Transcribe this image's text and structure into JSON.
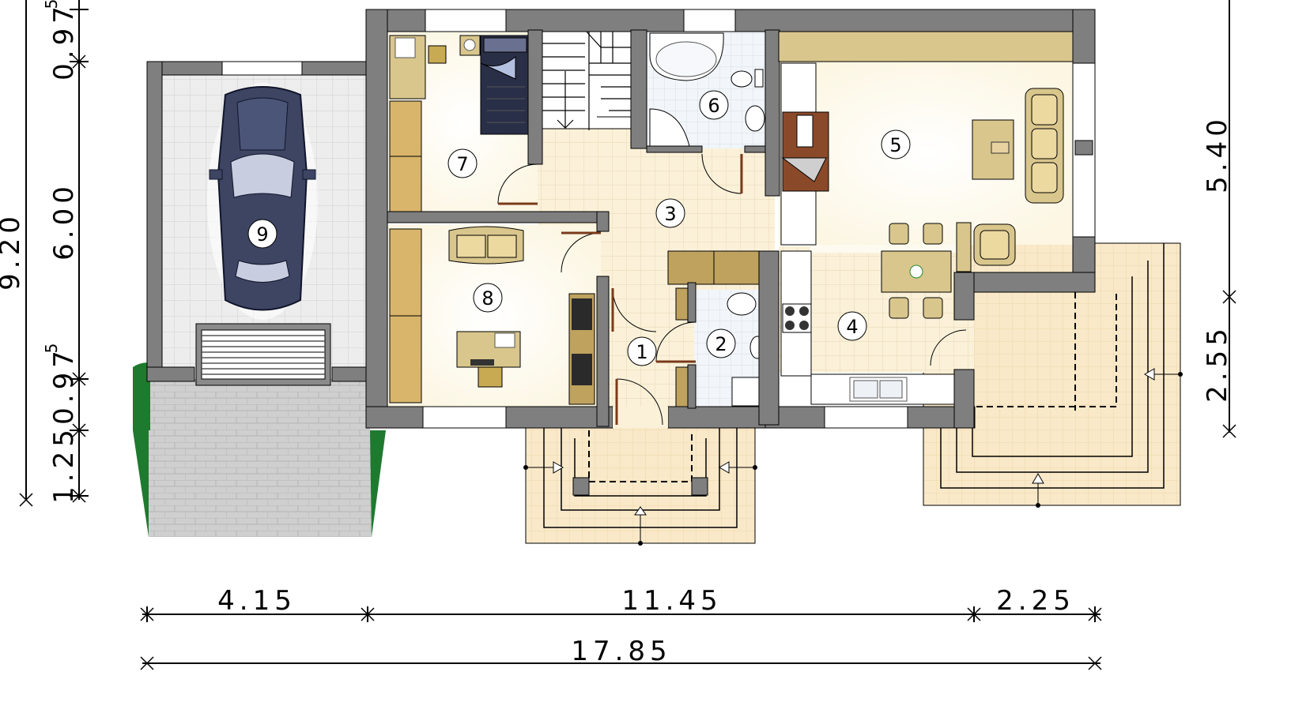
{
  "rooms": [
    {
      "number": "1"
    },
    {
      "number": "2"
    },
    {
      "number": "3"
    },
    {
      "number": "4"
    },
    {
      "number": "5"
    },
    {
      "number": "6"
    },
    {
      "number": "7"
    },
    {
      "number": "8"
    },
    {
      "number": "9"
    }
  ],
  "dimensions": {
    "bottom_segments": [
      "4.15",
      "11.45",
      "2.25"
    ],
    "bottom_total": "17.85",
    "left_segments": [
      "0.97",
      "6.00",
      "0.97",
      "1.25"
    ],
    "left_superscripts": [
      "5",
      "5"
    ],
    "left_total": "9.20",
    "right_segments": [
      "5.40",
      "2.55"
    ]
  },
  "colors": {
    "wall": "#7f7f7f",
    "floor_room": "#fdfbf0",
    "floor_tile": "#fbf1d9",
    "floor_garage": "#e8e9e9",
    "paving": "#cfcfcf",
    "terrace": "#f7e6c3",
    "furniture": "#d9c68c",
    "cabinet": "#bfa25e",
    "grass": "#1e7a2e",
    "car": "#3d4563"
  }
}
